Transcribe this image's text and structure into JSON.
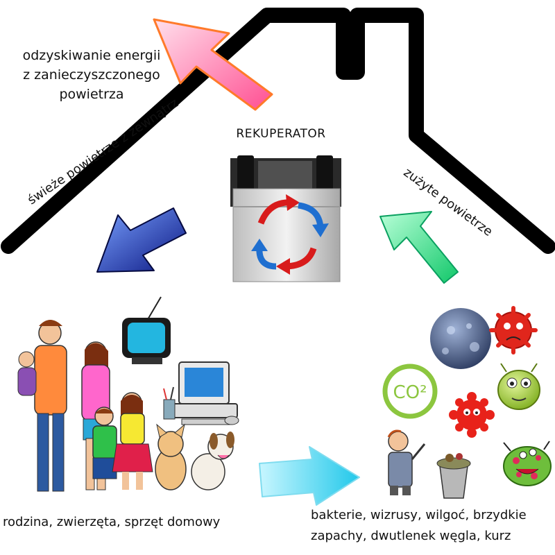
{
  "labels": {
    "energy_line1": "odzyskiwanie energii",
    "energy_line2": "z zanieczyszczonego",
    "energy_line3": "powietrza",
    "device": "REKUPERATOR",
    "fresh_air": "świeże powietrze z zewnątrz",
    "used_air": "zużyte powietrze",
    "household": "rodzina, zwierzęta, sprzęt domowy",
    "pollutants_line1": "bakterie, wizrusy, wilgoć, brzydkie",
    "pollutants_line2": "zapachy, dwutlenek węgla, kurz",
    "co2_badge": "CO²"
  },
  "colors": {
    "roof": "#000000",
    "arrow_energy": "#ff6fa8",
    "arrow_fresh": "#1a2fa8",
    "arrow_used": "#2ee07a",
    "arrow_flow": "#39d6f0",
    "cycle_red": "#d81b1b",
    "cycle_blue": "#1f6fd0",
    "co2_green": "#8cc63f"
  },
  "icons": [
    "house-roof-icon",
    "recuperator-icon",
    "tv-icon",
    "computer-icon",
    "family-icon",
    "pets-icon",
    "bacteria-icon",
    "virus-icon",
    "moisture-icon",
    "co2-icon",
    "trash-man-icon"
  ]
}
